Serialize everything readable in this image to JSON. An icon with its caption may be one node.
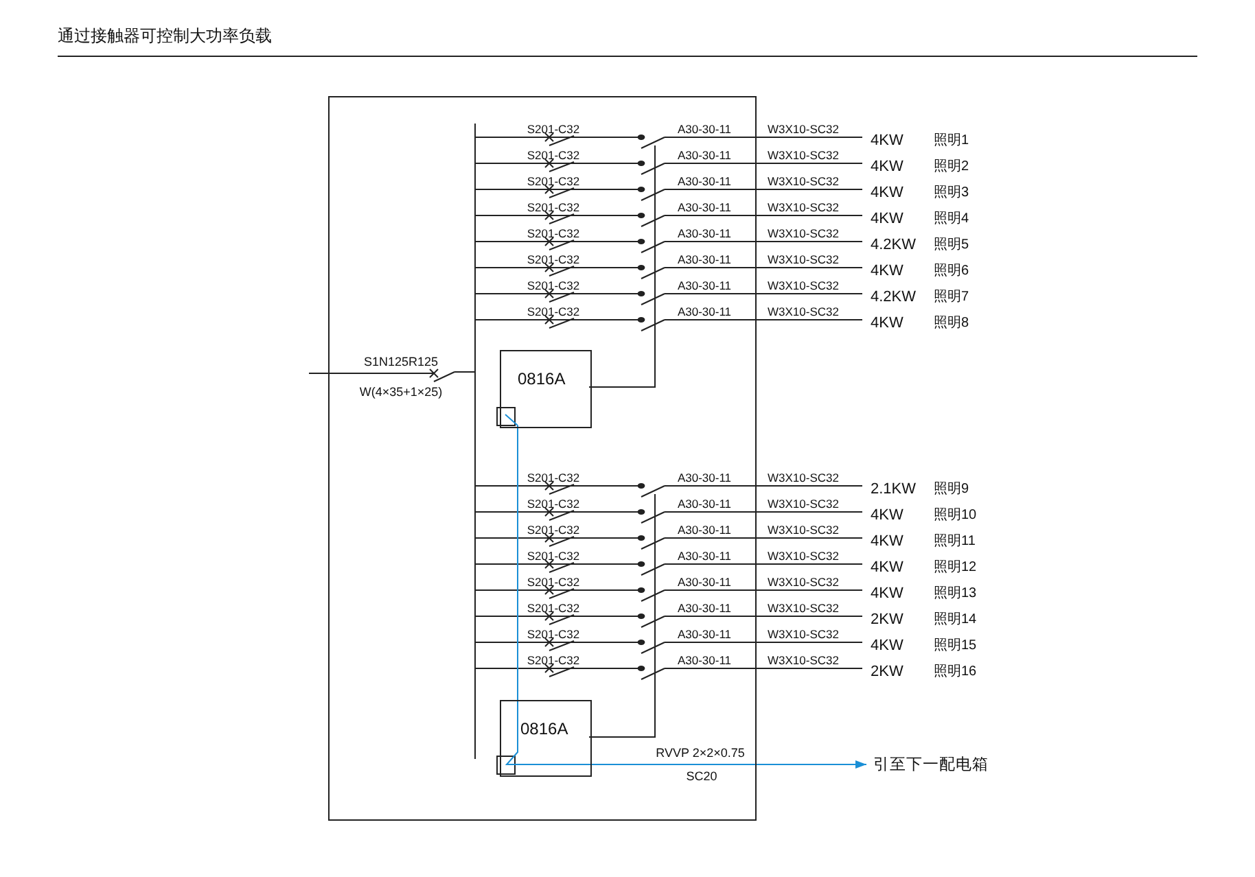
{
  "diagram": {
    "title": "通过接触器可控制大功率负载",
    "nodes": [
      {
        "text": [],
        "shape": "box"
      },
      {
        "text": [
          "0816A"
        ],
        "in": 0
      },
      {
        "text": [
          "0816A"
        ],
        "in": 0
      },
      {
        "text": [
          "引至下一配电箱"
        ]
      }
    ],
    "edges": [
      {
        "from": 1,
        "to": 2,
        "arrow": "none"
      },
      {
        "from": 2,
        "to": 3,
        "arrow": "to",
        "label": "RVVP 2×2×0.75"
      }
    ],
    "labels": [
      "S201-C32",
      "A30-30-11",
      "W3X10-SC32",
      "4KW",
      "照明1",
      "S201-C32",
      "A30-30-11",
      "W3X10-SC32",
      "4KW",
      "照明2",
      "S201-C32",
      "A30-30-11",
      "W3X10-SC32",
      "4KW",
      "照明3",
      "S201-C32",
      "A30-30-11",
      "W3X10-SC32",
      "4KW",
      "照明4",
      "S201-C32",
      "A30-30-11",
      "W3X10-SC32",
      "4.2KW",
      "照明5",
      "S201-C32",
      "A30-30-11",
      "W3X10-SC32",
      "4KW",
      "照明6",
      "S201-C32",
      "A30-30-11",
      "W3X10-SC32",
      "4.2KW",
      "照明7",
      "S201-C32",
      "A30-30-11",
      "W3X10-SC32",
      "4KW",
      "照明8",
      "S1N125R125",
      "W(4×35+1×25)",
      "S201-C32",
      "A30-30-11",
      "W3X10-SC32",
      "2.1KW",
      "照明9",
      "S201-C32",
      "A30-30-11",
      "W3X10-SC32",
      "4KW",
      "照明10",
      "S201-C32",
      "A30-30-11",
      "W3X10-SC32",
      "4KW",
      "照明11",
      "S201-C32",
      "A30-30-11",
      "W3X10-SC32",
      "4KW",
      "照明12",
      "S201-C32",
      "A30-30-11",
      "W3X10-SC32",
      "4KW",
      "照明13",
      "S201-C32",
      "A30-30-11",
      "W3X10-SC32",
      "2KW",
      "照明14",
      "S201-C32",
      "A30-30-11",
      "W3X10-SC32",
      "4KW",
      "照明15",
      "S201-C32",
      "A30-30-11",
      "W3X10-SC32",
      "2KW",
      "照明16",
      "SC20"
    ]
  }
}
